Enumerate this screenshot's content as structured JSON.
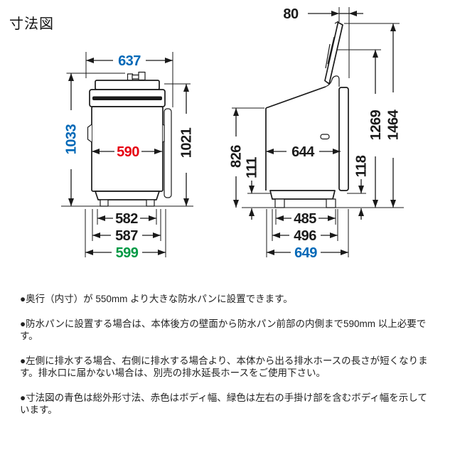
{
  "title": "寸法図",
  "colors": {
    "blue": "#0068b7",
    "red": "#e60012",
    "green": "#009944",
    "line": "#1a1a1a"
  },
  "front_view": {
    "dims": {
      "total_width": "637",
      "total_height": "1033",
      "cabinet_height": "1021",
      "body_width": "590",
      "feet_span": "582",
      "base_width": "587",
      "width_with_handles": "599"
    }
  },
  "side_view": {
    "dims": {
      "lid_overhang": "80",
      "front_height": "826",
      "hose_outlet_height": "111",
      "body_depth": "644",
      "rear_bottom_height": "118",
      "open_lid_height_inner": "1269",
      "open_lid_height": "1464",
      "feet_span": "485",
      "base_depth": "496",
      "total_depth": "649"
    }
  },
  "notes": [
    "●奥行（内寸）が 550mm より大きな防水パンに設置できます。",
    "●防水パンに設置する場合は、本体後方の壁面から防水パン前部の内側まで590mm 以上必要です。",
    "●左側に排水する場合、右側に排水する場合より、本体から出る排水ホースの長さが短くなります。排水口に届かない場合は、別売の排水延長ホースをご使用下さい。",
    "●寸法図の青色は総外形寸法、赤色はボディ幅、緑色は左右の手掛け部を含むボディ幅を示しています。"
  ]
}
